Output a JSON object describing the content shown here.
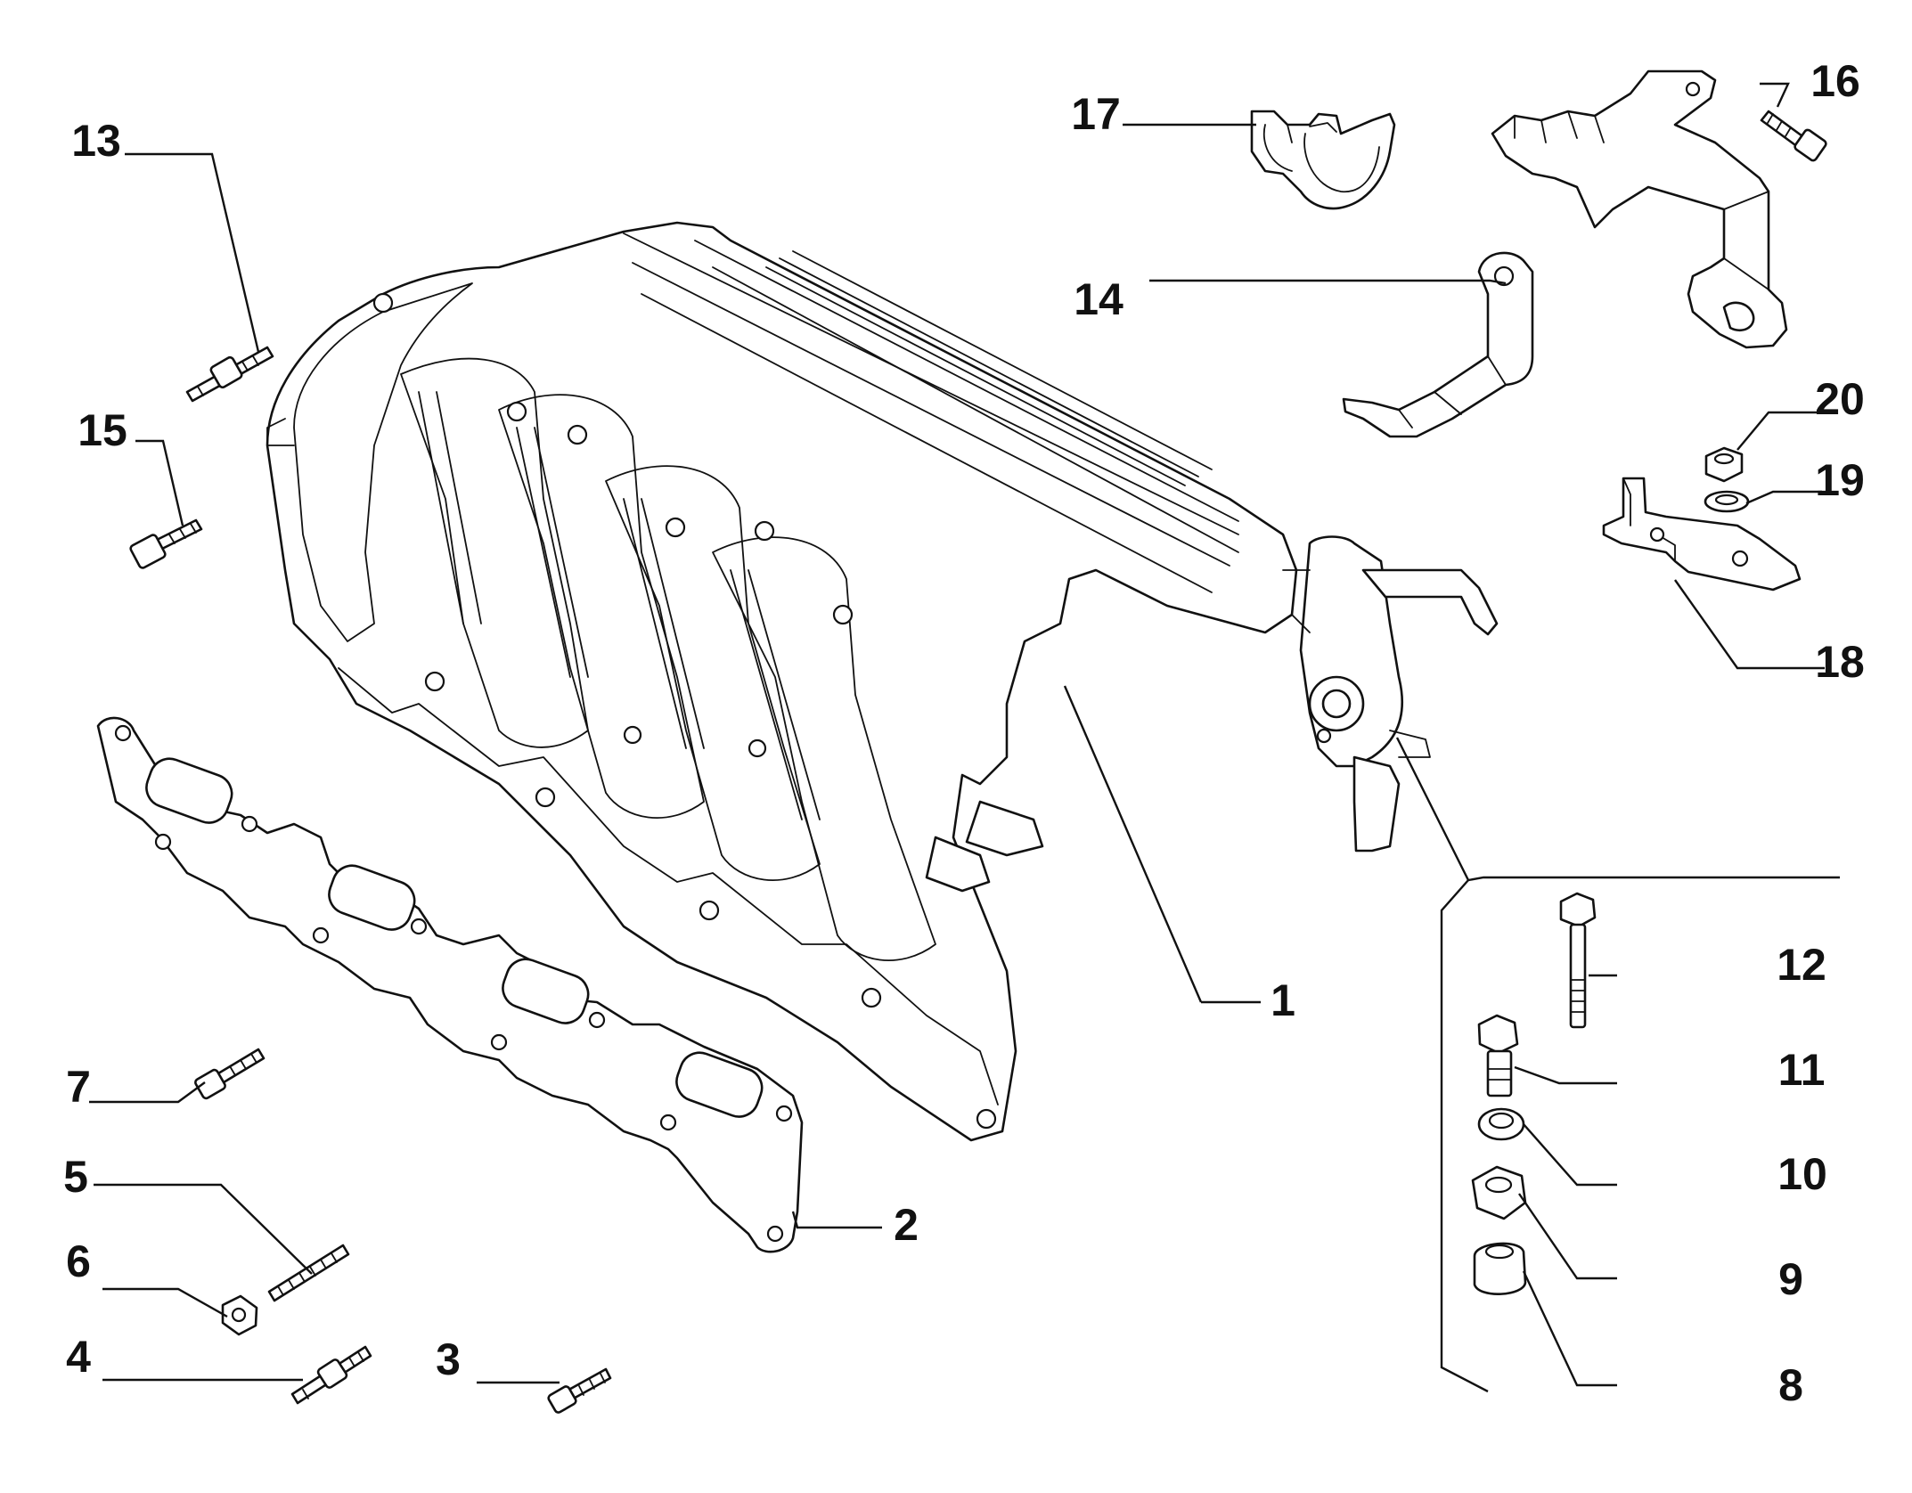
{
  "diagram": {
    "type": "exploded-parts-diagram",
    "line_color": "#111111",
    "background": "#ffffff",
    "callouts": [
      {
        "id": "c1",
        "label": "1"
      },
      {
        "id": "c2",
        "label": "2"
      },
      {
        "id": "c3",
        "label": "3"
      },
      {
        "id": "c4",
        "label": "4"
      },
      {
        "id": "c5",
        "label": "5"
      },
      {
        "id": "c6",
        "label": "6"
      },
      {
        "id": "c7",
        "label": "7"
      },
      {
        "id": "c8",
        "label": "8"
      },
      {
        "id": "c9",
        "label": "9"
      },
      {
        "id": "c10",
        "label": "10"
      },
      {
        "id": "c11",
        "label": "11"
      },
      {
        "id": "c12",
        "label": "12"
      },
      {
        "id": "c13",
        "label": "13"
      },
      {
        "id": "c14",
        "label": "14"
      },
      {
        "id": "c15",
        "label": "15"
      },
      {
        "id": "c16",
        "label": "16"
      },
      {
        "id": "c17",
        "label": "17"
      },
      {
        "id": "c18",
        "label": "18"
      },
      {
        "id": "c19",
        "label": "19"
      },
      {
        "id": "c20",
        "label": "20"
      }
    ]
  }
}
